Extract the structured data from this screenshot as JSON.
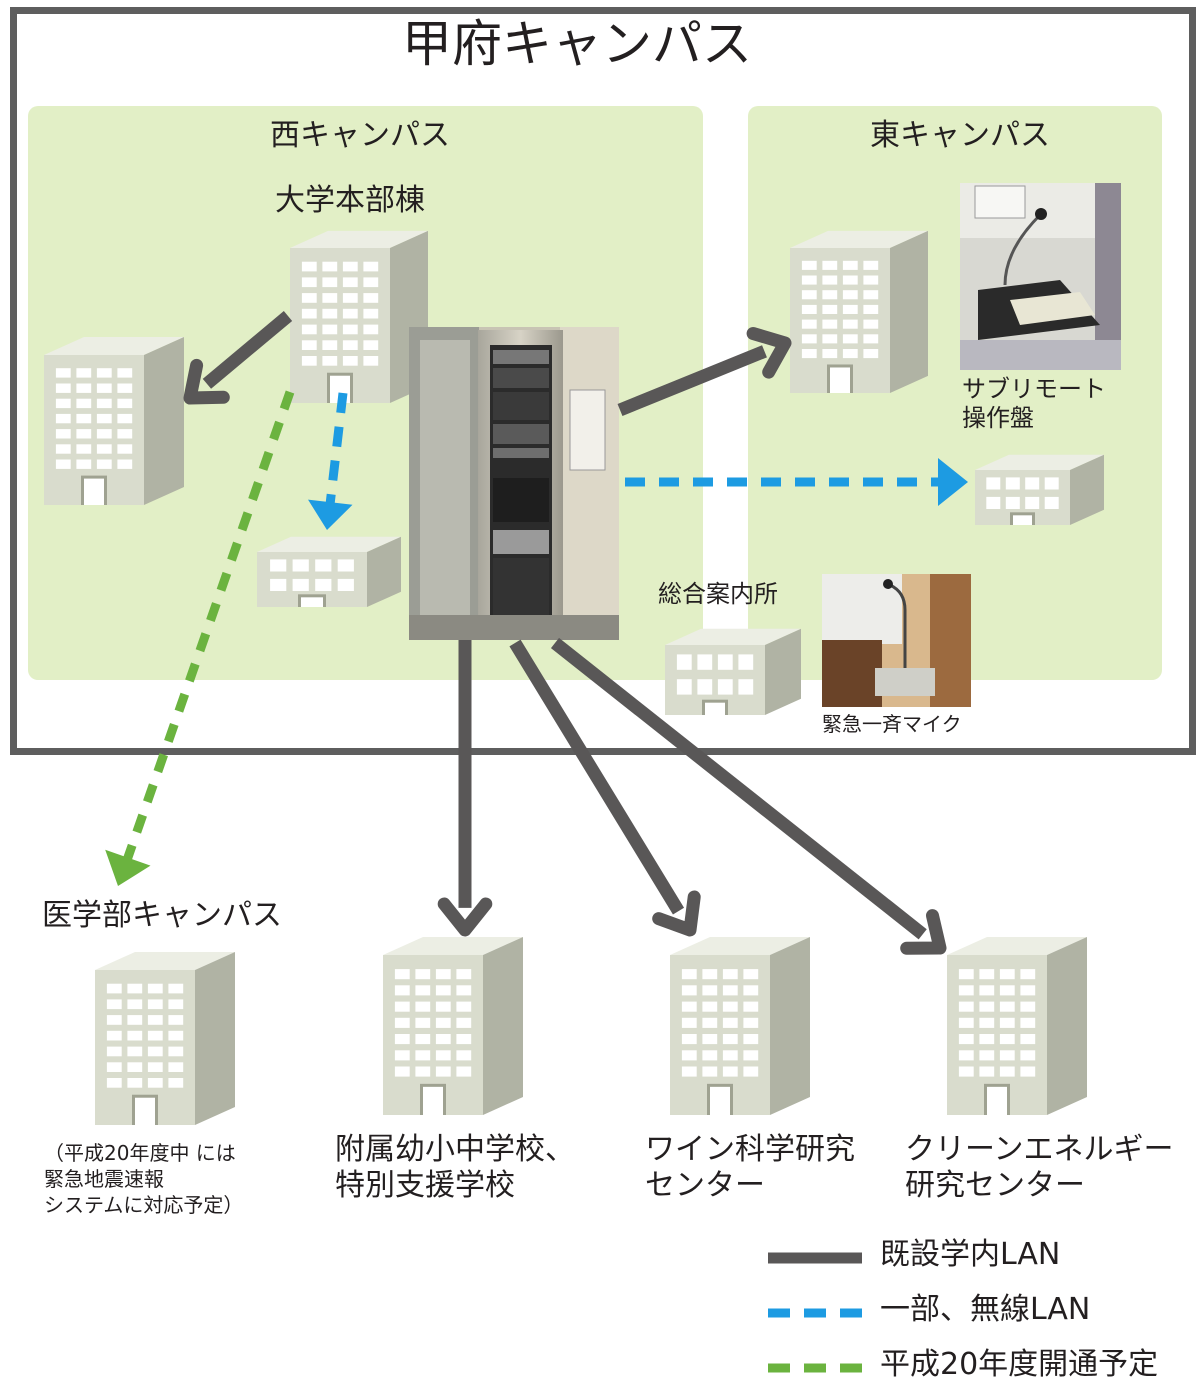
{
  "title": "甲府キャンパス",
  "west": {
    "label": "西キャンパス",
    "hq_label": "大学本部棟"
  },
  "east": {
    "label": "東キャンパス",
    "remote_panel_label": "サブリモート\n操作盤",
    "info_center_label": "総合案内所",
    "mic_label": "緊急一斉マイク"
  },
  "medical": {
    "label": "医学部キャンパス",
    "note": "（平成20年度中 には\n緊急地震速報\nシステムに対応予定）"
  },
  "outside_buildings": [
    {
      "label": "附属幼小中学校、\n特別支援学校"
    },
    {
      "label": "ワイン科学研究\nセンター"
    },
    {
      "label": "クリーンエネルギー\n研究センター"
    }
  ],
  "legend": [
    {
      "label": "既設学内LAN",
      "style": "solid",
      "color": "#595757"
    },
    {
      "label": "一部、無線LAN",
      "style": "dashed",
      "color": "#1d9be2"
    },
    {
      "label": "平成20年度開通予定",
      "style": "dashed",
      "color": "#6bb33f"
    }
  ],
  "colors": {
    "frame": "#5e5e5e",
    "zone": "#e2efc6",
    "building_front": "#d9dccd",
    "building_side": "#b0b3a4",
    "building_top": "#eceee4"
  }
}
